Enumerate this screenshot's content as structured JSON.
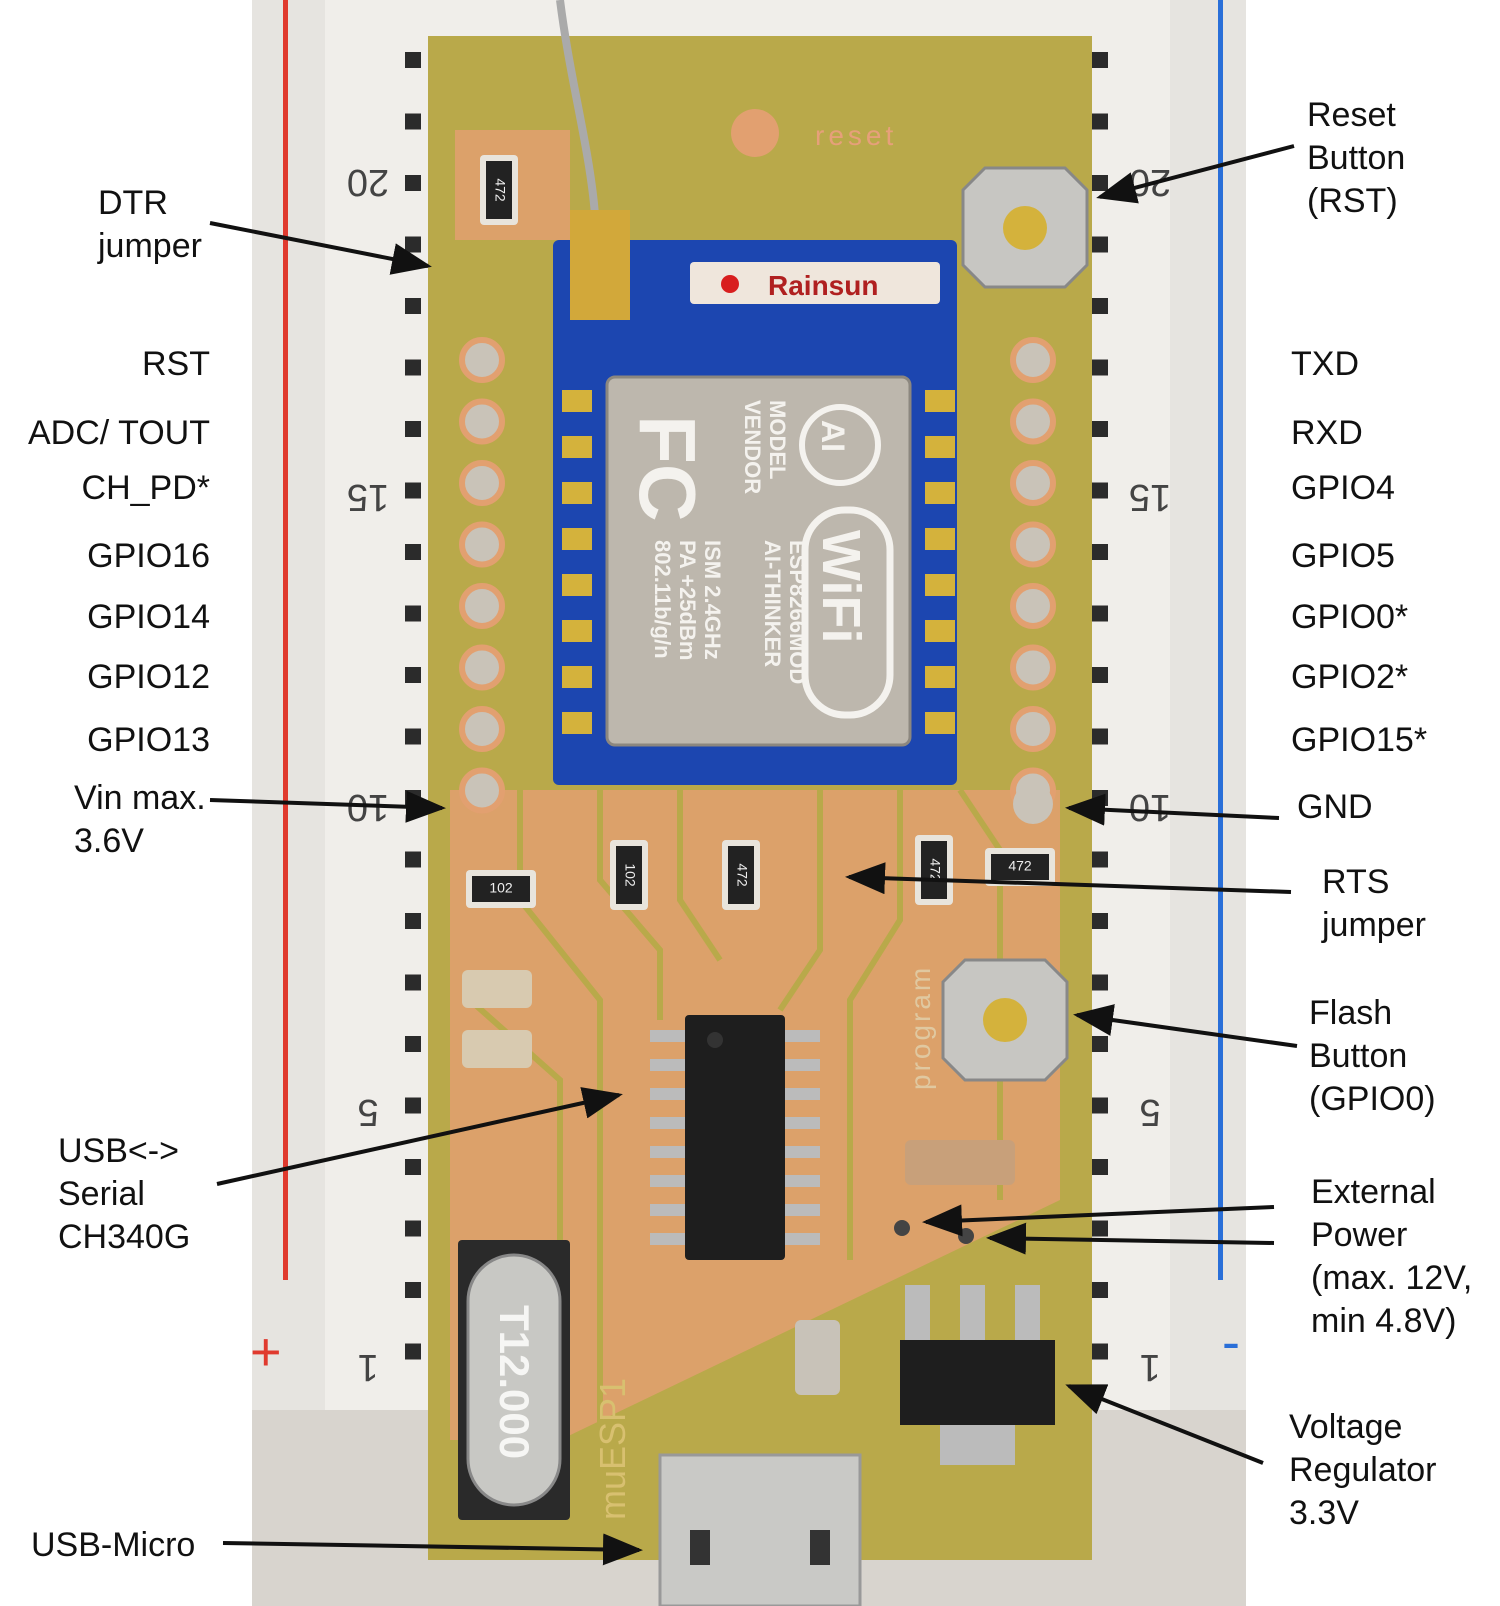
{
  "left_labels": {
    "dtr": [
      "DTR",
      "jumper"
    ],
    "rst": "RST",
    "adc": "ADC/ TOUT",
    "ch_pd": "CH_PD*",
    "gpio16": "GPIO16",
    "gpio14": "GPIO14",
    "gpio12": "GPIO12",
    "gpio13": "GPIO13",
    "vin": [
      "Vin max.",
      "3.6V"
    ],
    "usb_serial": [
      "USB<->",
      "Serial",
      "CH340G"
    ],
    "usb_micro": "USB-Micro"
  },
  "right_labels": {
    "reset_button": [
      "Reset",
      "Button",
      "(RST)"
    ],
    "txd": "TXD",
    "rxd": "RXD",
    "gpio4": "GPIO4",
    "gpio5": "GPIO5",
    "gpio0": "GPIO0*",
    "gpio2": "GPIO2*",
    "gpio15": "GPIO15*",
    "gnd": "GND",
    "rts": [
      "RTS",
      "jumper"
    ],
    "flash_button": [
      "Flash",
      "Button",
      "(GPIO0)"
    ],
    "external_power": [
      "External",
      "Power",
      "(max. 12V,",
      "min 4.8V)"
    ],
    "regulator": [
      "Voltage",
      "Regulator",
      "3.3V"
    ]
  },
  "board": {
    "silk_reset": "reset",
    "silk_program": "program",
    "silk_name": "muESP1",
    "antenna_label": "Rainsun",
    "crystal": "T12.000",
    "row_numbers": [
      "20",
      "15",
      "10",
      "5",
      "1"
    ],
    "rail_plus": "+",
    "rail_minus": "-",
    "shield": {
      "logo": "AI",
      "fc": "FC",
      "model": "MODEL",
      "vendor": "VENDOR",
      "model_value": "ESP8266MOD",
      "vendor_value": "AI-THINKER",
      "ism": "ISM  2.4GHz",
      "pa": "PA  +25dBm",
      "std": "802.11b/g/n",
      "wifi": "WiFi"
    },
    "resistors": [
      "472",
      "102",
      "102",
      "472",
      "472",
      "472"
    ]
  },
  "colors": {
    "pcb": "#b9a94a",
    "copper": "#e2a070",
    "module": "#1c46b0",
    "shield": "#bdb7ad",
    "rail_red": "#e03a2e",
    "rail_blue": "#2a6fd8",
    "breadboard": "#e6e4e0"
  }
}
